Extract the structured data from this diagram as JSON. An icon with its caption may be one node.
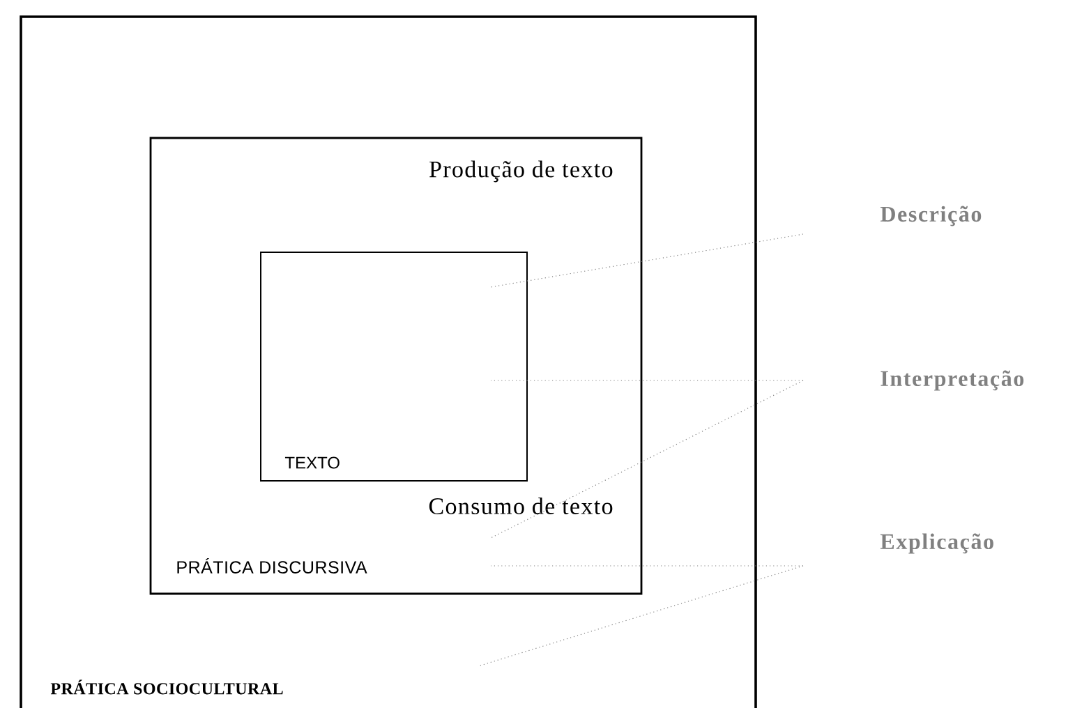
{
  "diagram": {
    "nodes": [
      {
        "text": [
          "PRÁTICA SOCIOCULTURAL"
        ]
      },
      {
        "text": [
          "Produção de texto",
          "Consumo de texto",
          "PRÁTICA DISCURSIVA"
        ],
        "in": 0
      },
      {
        "text": [
          "TEXTO"
        ],
        "in": 1
      },
      {
        "text": [
          "Descrição"
        ]
      },
      {
        "text": [
          "Interpretação"
        ]
      },
      {
        "text": [
          "Explicação"
        ]
      }
    ],
    "edges": [
      {
        "from": 3,
        "to": 2,
        "arrow": "none",
        "style": "dashed"
      },
      {
        "from": 4,
        "to": 2,
        "arrow": "none",
        "style": "dashed"
      },
      {
        "from": 4,
        "to": 1,
        "arrow": "none",
        "style": "dashed"
      },
      {
        "from": 5,
        "to": 1,
        "arrow": "none",
        "style": "dashed"
      },
      {
        "from": 5,
        "to": 0,
        "arrow": "none",
        "style": "dashed"
      }
    ]
  }
}
